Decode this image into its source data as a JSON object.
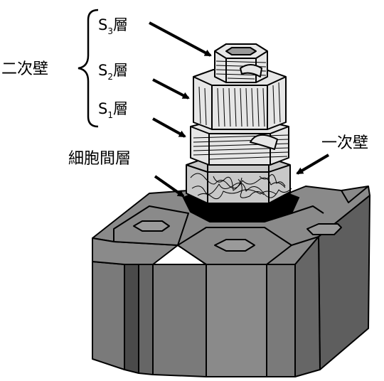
{
  "labels": {
    "s3": {
      "letter": "S",
      "sub": "3",
      "suffix": "層"
    },
    "s2": {
      "letter": "S",
      "sub": "2",
      "suffix": "層"
    },
    "s1": {
      "letter": "S",
      "sub": "1",
      "suffix": "層"
    },
    "secondary_wall": "二次壁",
    "primary_wall": "一次壁",
    "middle_lamella": "細胞間層"
  },
  "colors": {
    "cell_top": "#8a8a8a",
    "cell_front": "#7a7a7a",
    "cell_side": "#5e5e5e",
    "cell_dark": "#4a4a4a",
    "lumen": "#9a9a9a",
    "layer_face": "#e6e6e6",
    "layer_side": "#c8c8c8",
    "middle_lamella_band": "#000000"
  }
}
